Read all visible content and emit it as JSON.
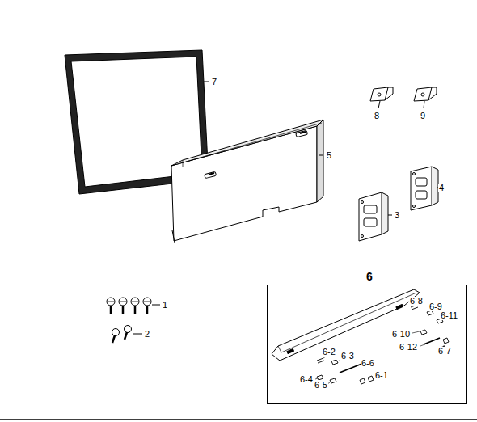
{
  "diagram": {
    "nodes": [
      {
        "text": [
          "6"
        ]
      }
    ],
    "labels": [
      "7",
      "8",
      "9",
      "5",
      "4",
      "3",
      "1",
      "2",
      "6-8",
      "6-9",
      "6-11",
      "6-10",
      "6-12",
      "6-7",
      "6-2",
      "6-3",
      "6-6",
      "6-4",
      "6-5",
      "6-1"
    ]
  }
}
